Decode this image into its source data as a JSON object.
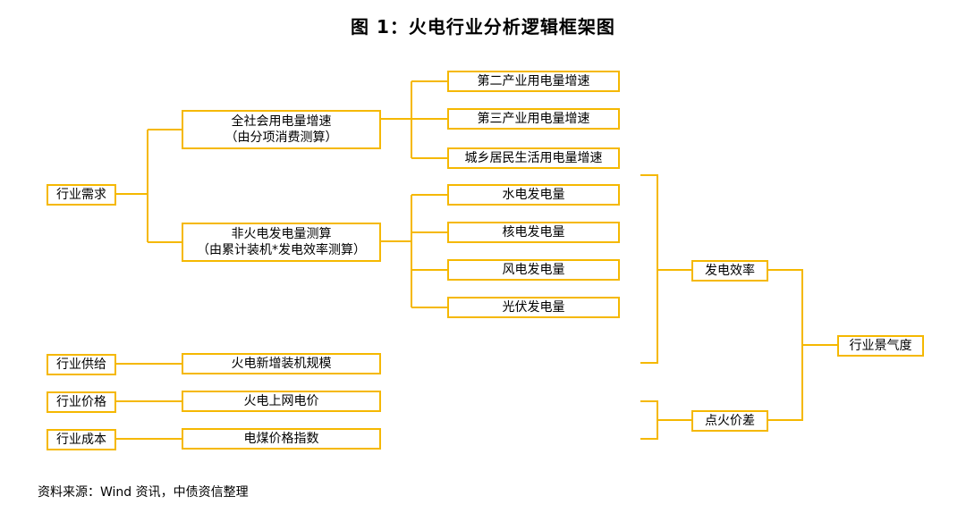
{
  "title": "图 1：火电行业分析逻辑框架图",
  "source": "资料来源：Wind 资讯，中债资信整理",
  "colors": {
    "line": "#F5B800",
    "box_border": "#F5B800"
  },
  "nodes": {
    "industry_demand": "行业需求",
    "society_power": {
      "line1": "全社会用电量增速",
      "line2": "（由分项消费测算）"
    },
    "secondary_industry": "第二产业用电量增速",
    "tertiary_industry": "第三产业用电量增速",
    "residential": "城乡居民生活用电量增速",
    "non_thermal": {
      "line1": "非火电发电量测算",
      "line2": "（由累计装机*发电效率测算）"
    },
    "hydro": "水电发电量",
    "nuclear": "核电发电量",
    "wind": "风电发电量",
    "solar": "光伏发电量",
    "gen_efficiency": "发电效率",
    "industry_outlook": "行业景气度",
    "industry_supply": "行业供给",
    "new_capacity": "火电新增装机规模",
    "industry_price": "行业价格",
    "grid_price": "火电上网电价",
    "industry_cost": "行业成本",
    "coal_index": "电煤价格指数",
    "spark_spread": "点火价差"
  }
}
